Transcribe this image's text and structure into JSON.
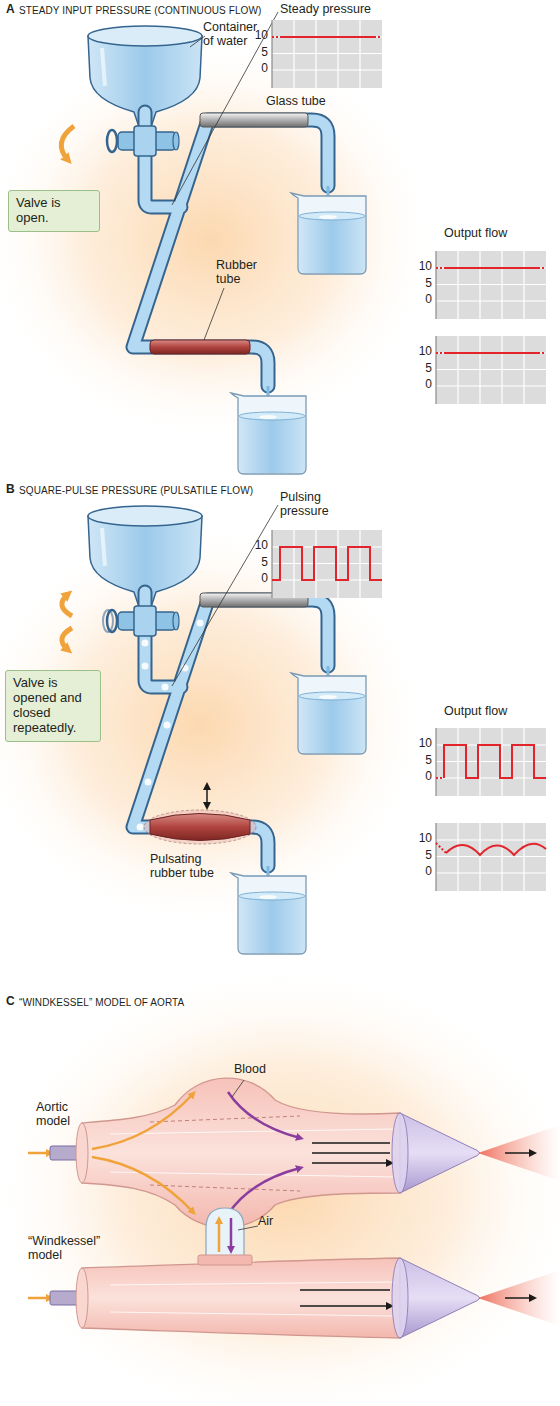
{
  "diagram": {
    "nodes": [
      {
        "text": [
          "Valve is open."
        ]
      },
      {
        "text": [
          "Valve is opened and closed repeatedly."
        ]
      }
    ],
    "labels": [
      "A",
      "STEADY INPUT PRESSURE (CONTINUOUS FLOW)",
      "Container of water",
      "Steady pressure",
      "10",
      "5",
      "0",
      "Glass tube",
      "Rubber tube",
      "Output flow",
      "10",
      "5",
      "0",
      "10",
      "5",
      "0",
      "B",
      "SQUARE-PULSE PRESSURE (PULSATILE FLOW)",
      "Pulsing pressure",
      "10",
      "5",
      "0",
      "Pulsating rubber tube",
      "Output flow",
      "10",
      "5",
      "0",
      "10",
      "5",
      "0",
      "C",
      "“WINDKESSEL” MODEL OF AORTA",
      "Aortic model",
      "Blood",
      "“Windkessel” model",
      "Air"
    ]
  }
}
